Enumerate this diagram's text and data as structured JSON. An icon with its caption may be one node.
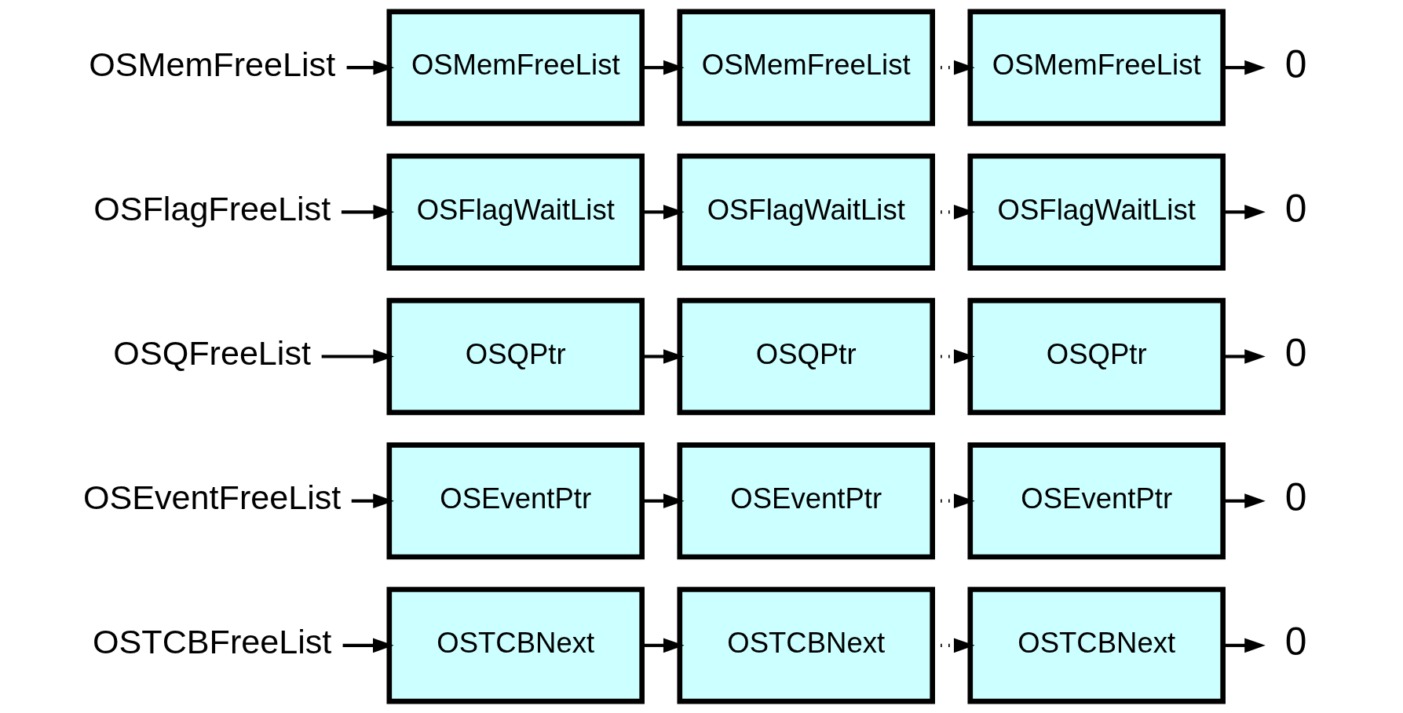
{
  "diagram": {
    "nodes": [
      {
        "text": [
          "OSTCBFreeList"
        ]
      },
      {
        "text": [
          "OSTCBNext"
        ]
      },
      {
        "text": [
          "OSTCBNext"
        ]
      },
      {
        "text": [
          "OSTCBNext"
        ]
      },
      {
        "text": [
          "0"
        ]
      },
      {
        "text": [
          "OSEventFreeList"
        ]
      },
      {
        "text": [
          "OSEventPtr"
        ]
      },
      {
        "text": [
          "OSEventPtr"
        ]
      },
      {
        "text": [
          "OSEventPtr"
        ]
      },
      {
        "text": [
          "0"
        ]
      },
      {
        "text": [
          "OSQFreeList"
        ]
      },
      {
        "text": [
          "OSQPtr"
        ]
      },
      {
        "text": [
          "OSQPtr"
        ]
      },
      {
        "text": [
          "OSQPtr"
        ]
      },
      {
        "text": [
          "0"
        ]
      },
      {
        "text": [
          "OSFlagFreeList"
        ]
      },
      {
        "text": [
          "OSFlagWaitList"
        ]
      },
      {
        "text": [
          "OSFlagWaitList"
        ]
      },
      {
        "text": [
          "OSFlagWaitList"
        ]
      },
      {
        "text": [
          "0"
        ]
      },
      {
        "text": [
          "OSMemFreeList"
        ]
      },
      {
        "text": [
          "OSMemFreeList"
        ]
      },
      {
        "text": [
          "OSMemFreeList"
        ]
      },
      {
        "text": [
          "OSMemFreeList"
        ]
      },
      {
        "text": [
          "0"
        ]
      }
    ],
    "edges": [
      {
        "from": 0,
        "to": 1,
        "arrow": "to"
      },
      {
        "from": 1,
        "to": 2,
        "arrow": "to"
      },
      {
        "from": 2,
        "to": 3,
        "arrow": "to",
        "style": "dashed"
      },
      {
        "from": 3,
        "to": 4,
        "arrow": "to"
      },
      {
        "from": 5,
        "to": 6,
        "arrow": "to"
      },
      {
        "from": 6,
        "to": 7,
        "arrow": "to"
      },
      {
        "from": 7,
        "to": 8,
        "arrow": "to",
        "style": "dashed"
      },
      {
        "from": 8,
        "to": 9,
        "arrow": "to"
      },
      {
        "from": 10,
        "to": 11,
        "arrow": "to"
      },
      {
        "from": 11,
        "to": 12,
        "arrow": "to"
      },
      {
        "from": 12,
        "to": 13,
        "arrow": "to",
        "style": "dashed"
      },
      {
        "from": 13,
        "to": 14,
        "arrow": "to"
      },
      {
        "from": 15,
        "to": 16,
        "arrow": "to"
      },
      {
        "from": 16,
        "to": 17,
        "arrow": "to"
      },
      {
        "from": 17,
        "to": 18,
        "arrow": "to",
        "style": "dashed"
      },
      {
        "from": 18,
        "to": 19,
        "arrow": "to"
      },
      {
        "from": 20,
        "to": 21,
        "arrow": "to"
      },
      {
        "from": 21,
        "to": 22,
        "arrow": "to"
      },
      {
        "from": 22,
        "to": 23,
        "arrow": "to",
        "style": "dashed"
      },
      {
        "from": 23,
        "to": 24,
        "arrow": "to"
      }
    ]
  }
}
